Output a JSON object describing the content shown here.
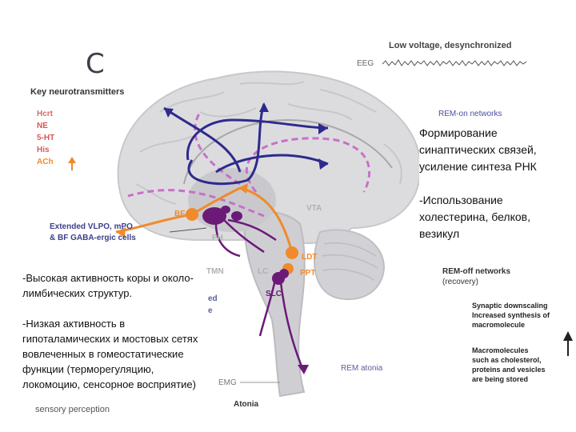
{
  "panel_letter": "C",
  "top_title": "Low voltage, desynchronized",
  "eeg_label": "EEG",
  "key_title": "Key neurotransmitters",
  "neurotransmitters": [
    {
      "label": "Hcrt",
      "color": "#d86a6a"
    },
    {
      "label": "NE",
      "color": "#e05050"
    },
    {
      "label": "5-HT",
      "color": "#d85a5a"
    },
    {
      "label": "His",
      "color": "#d85a5a"
    },
    {
      "label": "ACh",
      "color": "#f08a2c"
    }
  ],
  "rem_on_label": "REM-on networks",
  "right_caption": {
    "line1": "Формирование синаптических связей, усиление синтеза РНК",
    "line2": "-Использование холестерина, белков, везикул"
  },
  "left_caption": {
    "line1": "-Высокая активность коры и около-лимбических структур.",
    "line2": "-Низкая активность в гипоталамических и мостовых сетях вовлеченных в гомеостатические функции (терморегуляцию, локомоцию, сенсорное восприятие)"
  },
  "rem_off": {
    "line1": "REM-off networks",
    "line2": "(recovery)"
  },
  "synaptic": {
    "line1": "Synaptic downscaling",
    "line2": "Increased synthesis of",
    "line3": "macromolecule"
  },
  "macro": {
    "line1": "Macromolecules",
    "line2": "such as cholesterol,",
    "line3": "proteins and vesicles",
    "line4": "are being stored"
  },
  "vlpo": {
    "line1": "Extended VLPO, mPO",
    "line2": "& BF GABA-ergic cells"
  },
  "region_labels": {
    "bf": "BF",
    "vta": "VTA",
    "ldt": "LDT",
    "ppt": "PPT",
    "slc": "SLC",
    "tmn": "TMN",
    "lc": "LC",
    "ed": "ed",
    "e": "e",
    "pr": "PH"
  },
  "emg_label": "EMG",
  "atonia_label": "Atonia",
  "rem_atonia_label": "REM atonia",
  "sensory_fragment": "sensory perception",
  "colors": {
    "brain": "#d9d9dc",
    "navy": "#2e2a8c",
    "purple": "#6b1a78",
    "pink": "#c970c8",
    "orange": "#f08a2c",
    "gray": "#a8a8a8"
  }
}
